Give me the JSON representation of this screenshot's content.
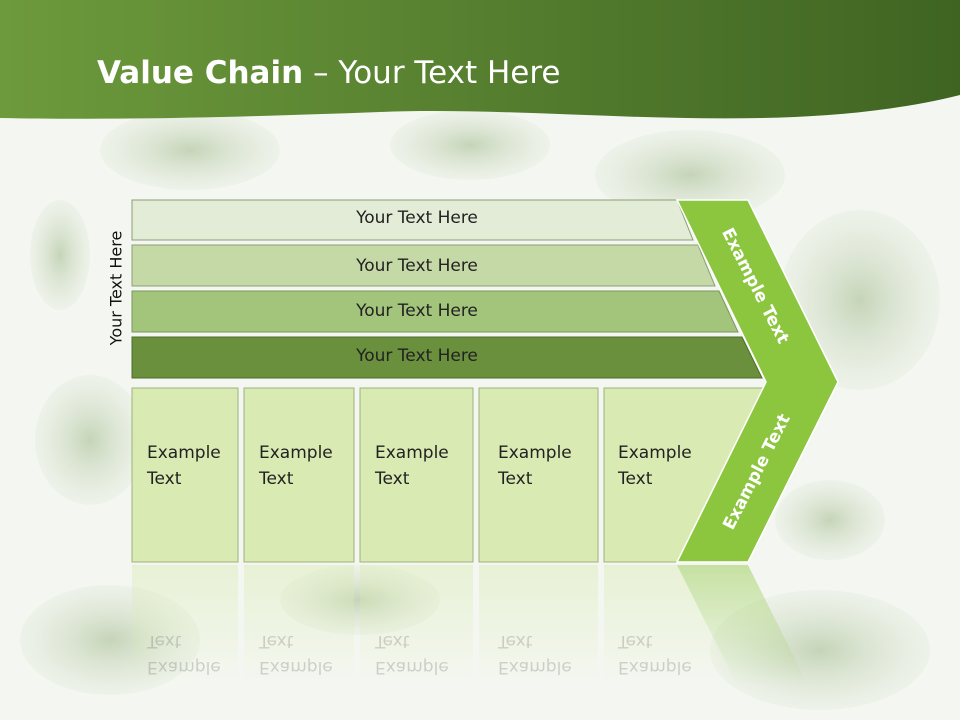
{
  "title": {
    "bold": "Value Chain",
    "rest": " – Your Text Here"
  },
  "side_label": "Your Text Here",
  "bars": [
    {
      "label": "Your Text Here"
    },
    {
      "label": "Your Text Here"
    },
    {
      "label": "Your Text Here"
    },
    {
      "label": "Your Text Here"
    }
  ],
  "boxes": [
    {
      "line1": "Example",
      "line2": "Text"
    },
    {
      "line1": "Example",
      "line2": "Text"
    },
    {
      "line1": "Example",
      "line2": "Text"
    },
    {
      "line1": "Example",
      "line2": "Text"
    },
    {
      "line1": "Example",
      "line2": "Text"
    }
  ],
  "arrow_top_label": "Example Text",
  "arrow_bottom_label": "Example Text",
  "colors": {
    "header_green": "#4f7a2a",
    "arrow_green": "#8cc63f",
    "bar1": "#e3ecd6",
    "bar2": "#c5d9a7",
    "bar3": "#a3c47b",
    "bar4": "#6a8f3d",
    "box_fill": "#d9eab3"
  }
}
